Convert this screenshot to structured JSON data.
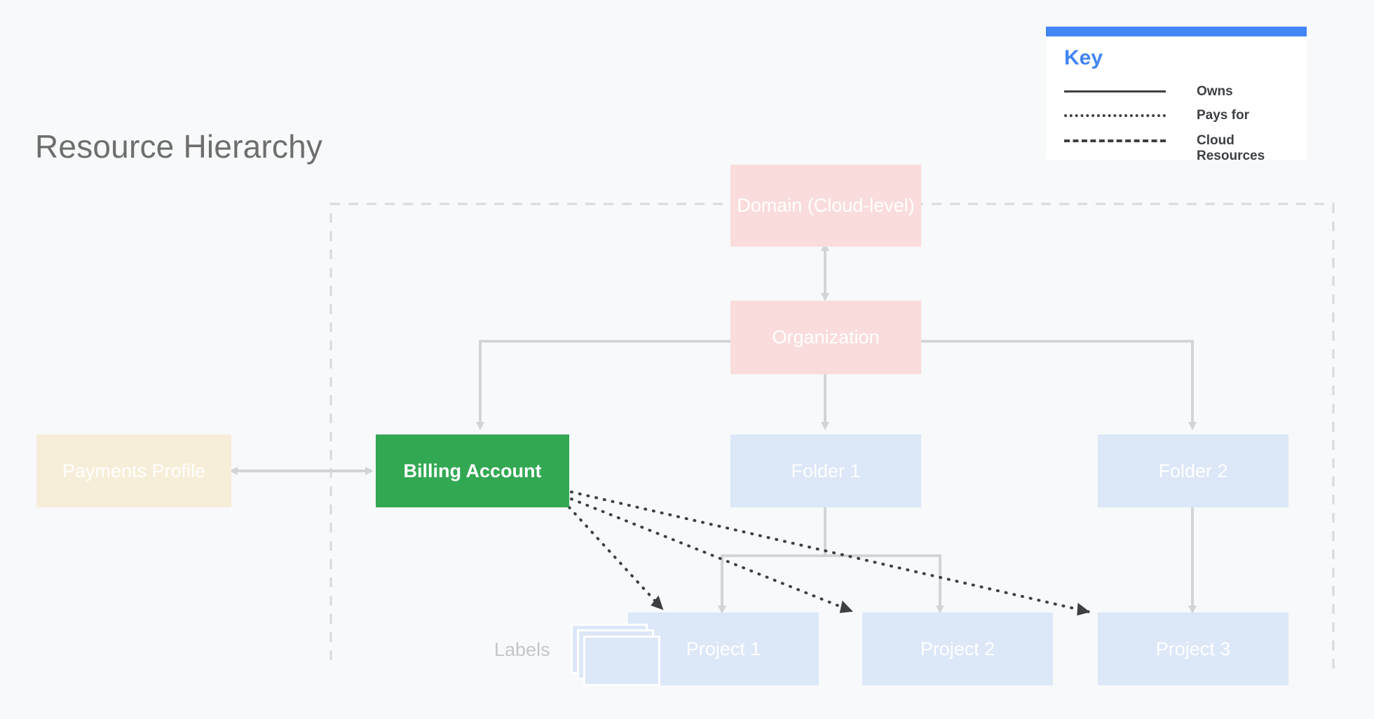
{
  "diagram": {
    "title": "Resource Hierarchy",
    "background_color": "#f7f9fa",
    "boundary_label": "Cloud Resources boundary (dashed)"
  },
  "key": {
    "title": "Key",
    "accent_color": "#4285f4",
    "entries": [
      {
        "style": "solid",
        "label": "Owns"
      },
      {
        "style": "dotted",
        "label": "Pays for"
      },
      {
        "style": "dashed",
        "label": "Cloud\nResources"
      }
    ]
  },
  "nodes": {
    "domain": {
      "label": "Domain (Cloud-level)",
      "color": "#fadcdc"
    },
    "organization": {
      "label": "Organization",
      "color": "#fadcdc"
    },
    "payments_profile": {
      "label": "Payments Profile",
      "color": "#f7eed9"
    },
    "billing_account": {
      "label": "Billing Account",
      "color": "#33a853"
    },
    "folder1": {
      "label": "Folder 1",
      "color": "#dce7f8"
    },
    "folder2": {
      "label": "Folder 2",
      "color": "#dce7f8"
    },
    "project1": {
      "label": "Project 1",
      "color": "#dce7f8"
    },
    "project2": {
      "label": "Project 2",
      "color": "#dce7f8"
    },
    "project3": {
      "label": "Project 3",
      "color": "#dce7f8"
    },
    "labels": {
      "label": "Labels",
      "color": "#dce7f8"
    }
  },
  "edges": {
    "owns_color": "#d2d5d7",
    "pays_for_color": "#3c4043",
    "list": [
      {
        "from": "domain",
        "to": "organization",
        "type": "owns",
        "bidirectional": true
      },
      {
        "from": "payments_profile",
        "to": "billing_account",
        "type": "owns",
        "bidirectional": true
      },
      {
        "from": "organization",
        "to": "billing_account",
        "type": "owns",
        "bidirectional": false
      },
      {
        "from": "organization",
        "to": "folder1",
        "type": "owns",
        "bidirectional": false
      },
      {
        "from": "organization",
        "to": "folder2",
        "type": "owns",
        "bidirectional": false
      },
      {
        "from": "folder1",
        "to": "project1",
        "type": "owns",
        "bidirectional": false
      },
      {
        "from": "folder1",
        "to": "project2",
        "type": "owns",
        "bidirectional": false
      },
      {
        "from": "folder2",
        "to": "project3",
        "type": "owns",
        "bidirectional": false
      },
      {
        "from": "billing_account",
        "to": "project1",
        "type": "pays_for",
        "bidirectional": false
      },
      {
        "from": "billing_account",
        "to": "project2",
        "type": "pays_for",
        "bidirectional": false
      },
      {
        "from": "billing_account",
        "to": "project3",
        "type": "pays_for",
        "bidirectional": false
      }
    ]
  }
}
